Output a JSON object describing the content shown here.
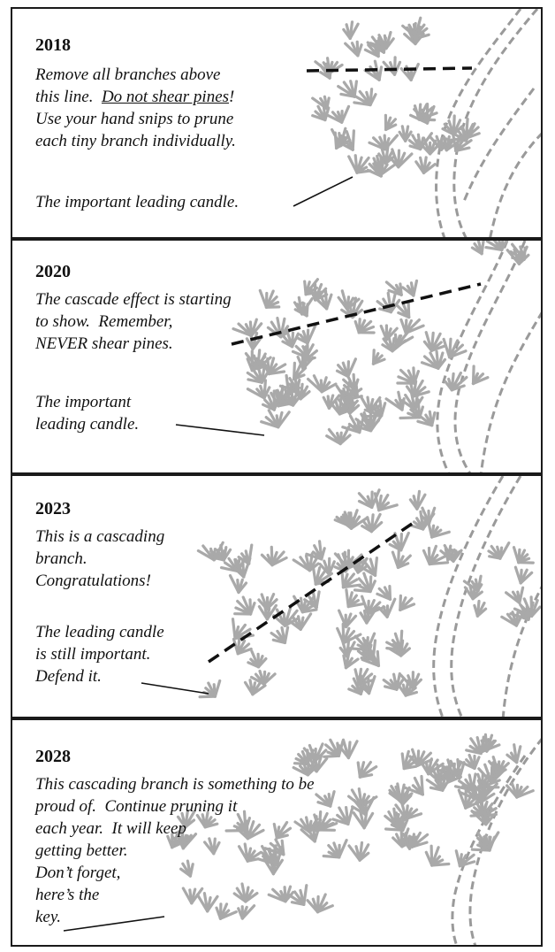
{
  "panels": [
    {
      "year": "2018",
      "lines": [
        "Remove all branches above",
        "this line.  ",
        "Do not shear pines",
        "!",
        "Use your hand snips to prune",
        "each tiny branch individually."
      ],
      "callout": "The important leading candle."
    },
    {
      "year": "2020",
      "lines": [
        "The cascade effect is starting",
        "to show.  Remember,",
        "NEVER shear pines."
      ],
      "callout_lines": [
        "The important",
        "leading candle."
      ]
    },
    {
      "year": "2023",
      "lines": [
        "This is a cascading",
        "branch.",
        "Congratulations!"
      ],
      "callout_lines": [
        "The leading candle",
        "is still important.",
        "Defend it."
      ]
    },
    {
      "year": "2028",
      "lines": [
        "This cascading branch is something to be",
        "proud of.  Continue pruning it",
        "each year.  It will keep",
        "getting better.",
        "Don’t forget,",
        "here’s the",
        "key."
      ]
    }
  ],
  "colors": {
    "border": "#1a1a1a",
    "foliage": "#a9a9a9",
    "trunk": "#9a9a9a",
    "cutline": "#111111"
  }
}
